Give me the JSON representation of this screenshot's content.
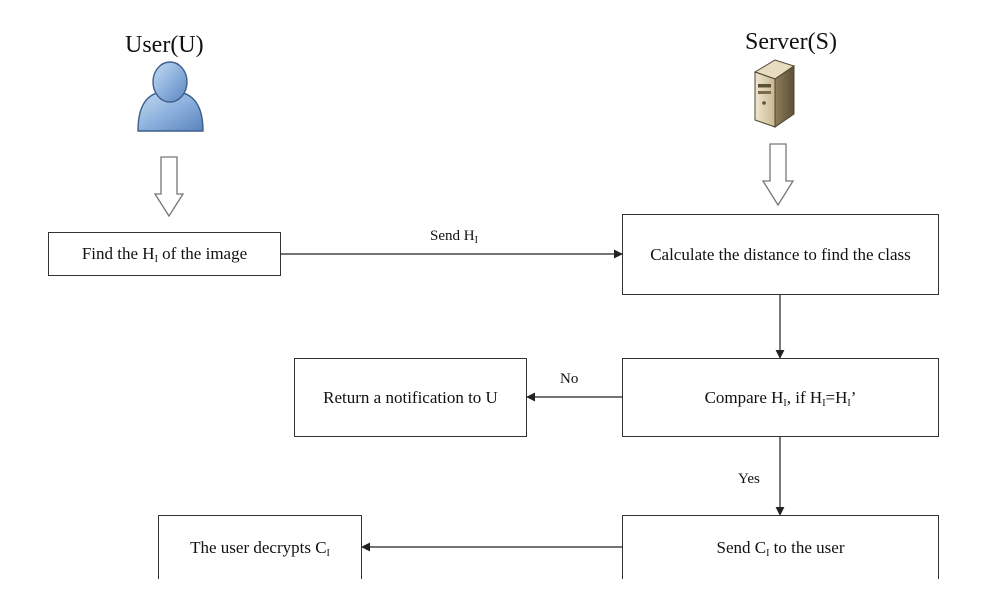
{
  "actors": {
    "user_title": "User(U)",
    "server_title": "Server(S)"
  },
  "boxes": {
    "find_hist": {
      "before": "Find the H",
      "sub": "I",
      "after": " of the image"
    },
    "calc_distance": {
      "text": "Calculate the distance to find the class"
    },
    "compare": {
      "before": "Compare H",
      "sub1": "I",
      "mid": ", if H",
      "sub2": "I",
      "eq": "=H",
      "sub3": "I",
      "after": "’"
    },
    "return_notif": {
      "text": "Return a notification to U"
    },
    "send_ci": {
      "before": "Send C",
      "sub": "I",
      "after": " to the user"
    },
    "user_decrypt": {
      "before": "The user decrypts C",
      "sub": "I"
    }
  },
  "edges": {
    "send_hi": {
      "before": "Send H",
      "sub": "I"
    },
    "no": "No",
    "yes": "Yes"
  }
}
